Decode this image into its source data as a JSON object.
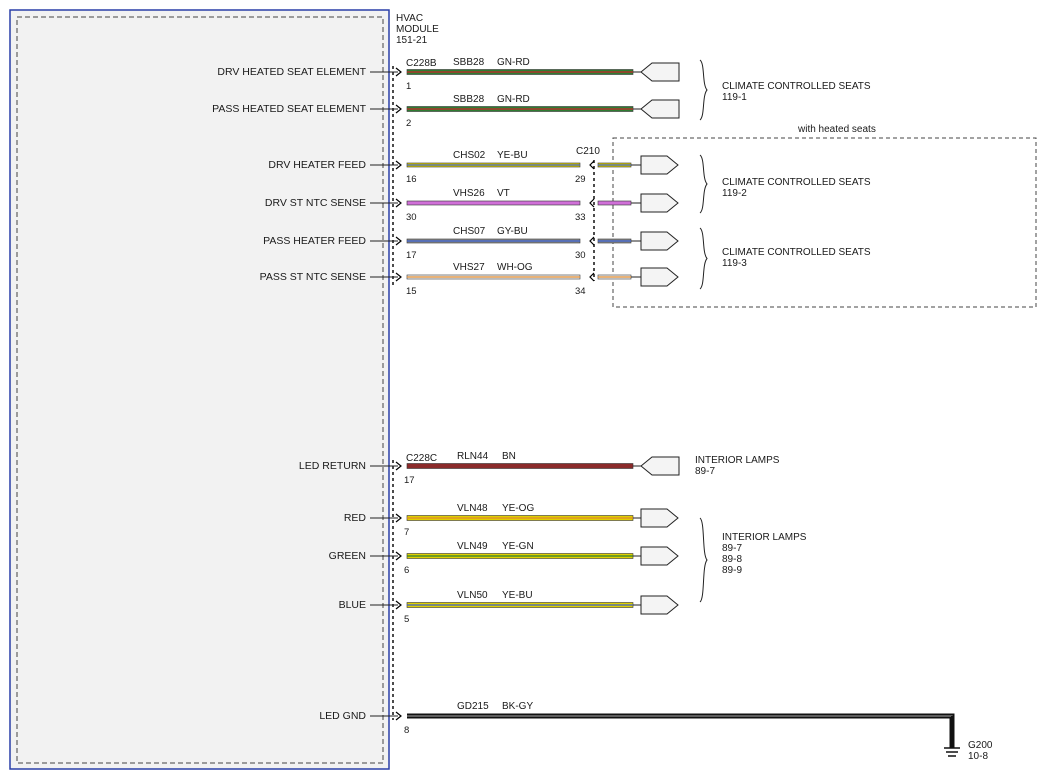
{
  "module": {
    "name_line1": "HVAC",
    "name_line2": "MODULE",
    "ref": "151-21"
  },
  "connectors": {
    "c228b": "C228B",
    "c210": "C210",
    "c228c": "C228C"
  },
  "option_box": {
    "label": "with heated seats"
  },
  "circuits_top": [
    {
      "id": "drv-heated-seat-element",
      "label": "DRV HEATED SEAT ELEMENT",
      "circuit": "SBB28",
      "color_code": "GN-RD",
      "pin": "1",
      "pin_right": "",
      "colors": [
        "#2e7d32",
        "#c62828"
      ]
    },
    {
      "id": "pass-heated-seat-element",
      "label": "PASS HEATED SEAT ELEMENT",
      "circuit": "SBB28",
      "color_code": "GN-RD",
      "pin": "2",
      "pin_right": "",
      "colors": [
        "#2e7d32",
        "#c62828"
      ]
    },
    {
      "id": "drv-heater-feed",
      "label": "DRV HEATER FEED",
      "circuit": "CHS02",
      "color_code": "YE-BU",
      "pin": "16",
      "pin_right": "29",
      "colors": [
        "#e0d000",
        "#3a5fcd"
      ]
    },
    {
      "id": "drv-st-ntc-sense",
      "label": "DRV ST NTC SENSE",
      "circuit": "VHS26",
      "color_code": "VT",
      "pin": "30",
      "pin_right": "33",
      "colors": [
        "#d070d8",
        "#d070d8"
      ]
    },
    {
      "id": "pass-heater-feed",
      "label": "PASS HEATER FEED",
      "circuit": "CHS07",
      "color_code": "GY-BU",
      "pin": "17",
      "pin_right": "30",
      "colors": [
        "#8c8c8c",
        "#3a5fcd"
      ]
    },
    {
      "id": "pass-st-ntc-sense",
      "label": "PASS ST NTC SENSE",
      "circuit": "VHS27",
      "color_code": "WH-OG",
      "pin": "15",
      "pin_right": "34",
      "colors": [
        "#f4f4f4",
        "#e08a2c"
      ]
    }
  ],
  "circuits_bottom": [
    {
      "id": "led-return",
      "label": "LED RETURN",
      "circuit": "RLN44",
      "color_code": "BN",
      "pin": "17",
      "colors": [
        "#8b2a2a",
        "#8b2a2a"
      ]
    },
    {
      "id": "red",
      "label": "RED",
      "circuit": "VLN48",
      "color_code": "YE-OG",
      "pin": "7",
      "colors": [
        "#e0d000",
        "#e08a2c"
      ]
    },
    {
      "id": "green",
      "label": "GREEN",
      "circuit": "VLN49",
      "color_code": "YE-GN",
      "pin": "6",
      "colors": [
        "#e0d000",
        "#2e7d32"
      ]
    },
    {
      "id": "blue",
      "label": "BLUE",
      "circuit": "VLN50",
      "color_code": "YE-BU",
      "pin": "5",
      "colors": [
        "#e0d000",
        "#3a5fcd"
      ]
    },
    {
      "id": "led-gnd",
      "label": "LED GND",
      "circuit": "GD215",
      "color_code": "BK-GY",
      "pin": "8",
      "colors": [
        "#111111",
        "#8c8c8c"
      ]
    }
  ],
  "destinations": {
    "seats_1": {
      "title": "CLIMATE CONTROLLED SEATS",
      "ref": "119-1"
    },
    "seats_2": {
      "title": "CLIMATE CONTROLLED SEATS",
      "ref": "119-2"
    },
    "seats_3": {
      "title": "CLIMATE CONTROLLED SEATS",
      "ref": "119-3"
    },
    "lamps_single": {
      "title": "INTERIOR LAMPS",
      "ref": "89-7"
    },
    "lamps_group": {
      "title": "INTERIOR LAMPS",
      "refs": [
        "89-7",
        "89-8",
        "89-9"
      ]
    }
  },
  "ground": {
    "name": "G200",
    "ref": "10-8"
  }
}
